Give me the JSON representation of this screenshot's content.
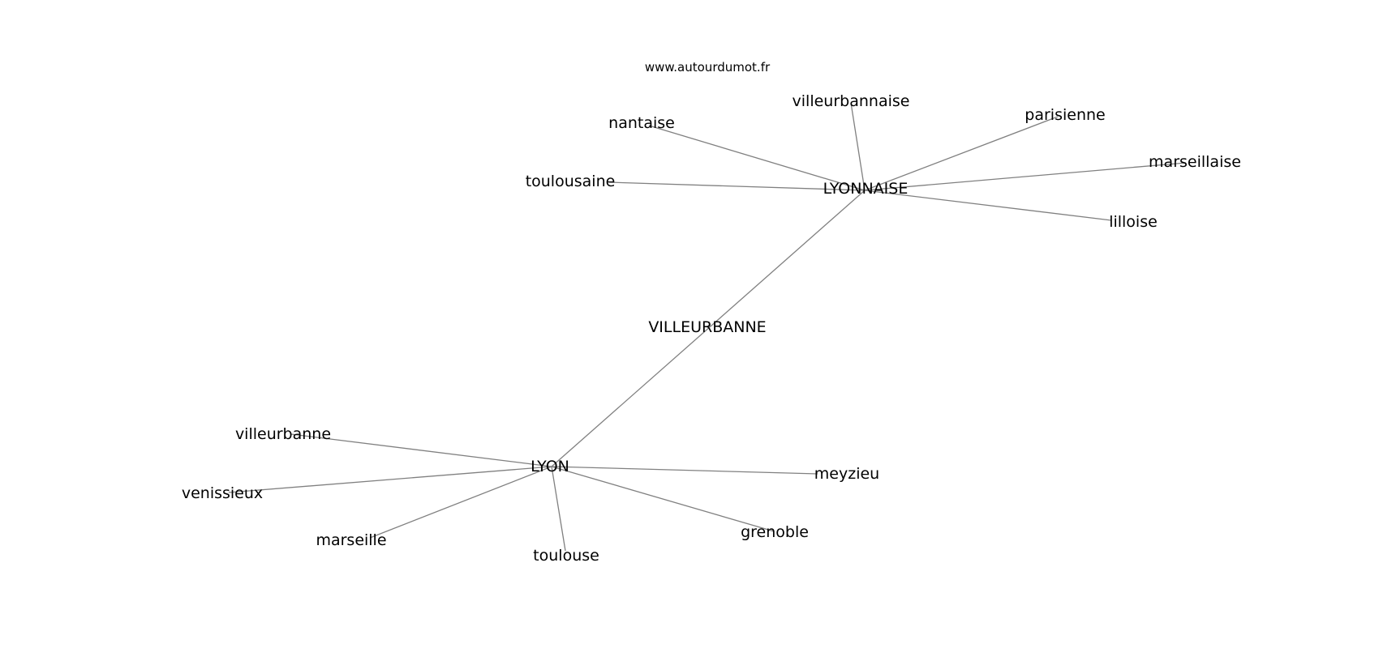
{
  "source": "www.autourdumot.fr",
  "graph": {
    "nodes": [
      {
        "id": "lyonnaise",
        "label": "LYONNAISE"
      },
      {
        "id": "villeurbanne_cap",
        "label": "VILLEURBANNE"
      },
      {
        "id": "lyon",
        "label": "LYON"
      },
      {
        "id": "villeurbannaise",
        "label": "villeurbannaise"
      },
      {
        "id": "nantaise",
        "label": "nantaise"
      },
      {
        "id": "parisienne",
        "label": "parisienne"
      },
      {
        "id": "toulousaine",
        "label": "toulousaine"
      },
      {
        "id": "marseillaise",
        "label": "marseillaise"
      },
      {
        "id": "lilloise",
        "label": "lilloise"
      },
      {
        "id": "villeurbanne",
        "label": "villeurbanne"
      },
      {
        "id": "venissieux",
        "label": "venissieux"
      },
      {
        "id": "marseille",
        "label": "marseille"
      },
      {
        "id": "toulouse",
        "label": "toulouse"
      },
      {
        "id": "grenoble",
        "label": "grenoble"
      },
      {
        "id": "meyzieu",
        "label": "meyzieu"
      }
    ],
    "edges": [
      [
        "lyonnaise",
        "villeurbannaise"
      ],
      [
        "lyonnaise",
        "nantaise"
      ],
      [
        "lyonnaise",
        "parisienne"
      ],
      [
        "lyonnaise",
        "toulousaine"
      ],
      [
        "lyonnaise",
        "marseillaise"
      ],
      [
        "lyonnaise",
        "lilloise"
      ],
      [
        "lyonnaise",
        "lyon"
      ],
      [
        "lyon",
        "villeurbanne"
      ],
      [
        "lyon",
        "venissieux"
      ],
      [
        "lyon",
        "marseille"
      ],
      [
        "lyon",
        "toulouse"
      ],
      [
        "lyon",
        "grenoble"
      ],
      [
        "lyon",
        "meyzieu"
      ]
    ]
  }
}
